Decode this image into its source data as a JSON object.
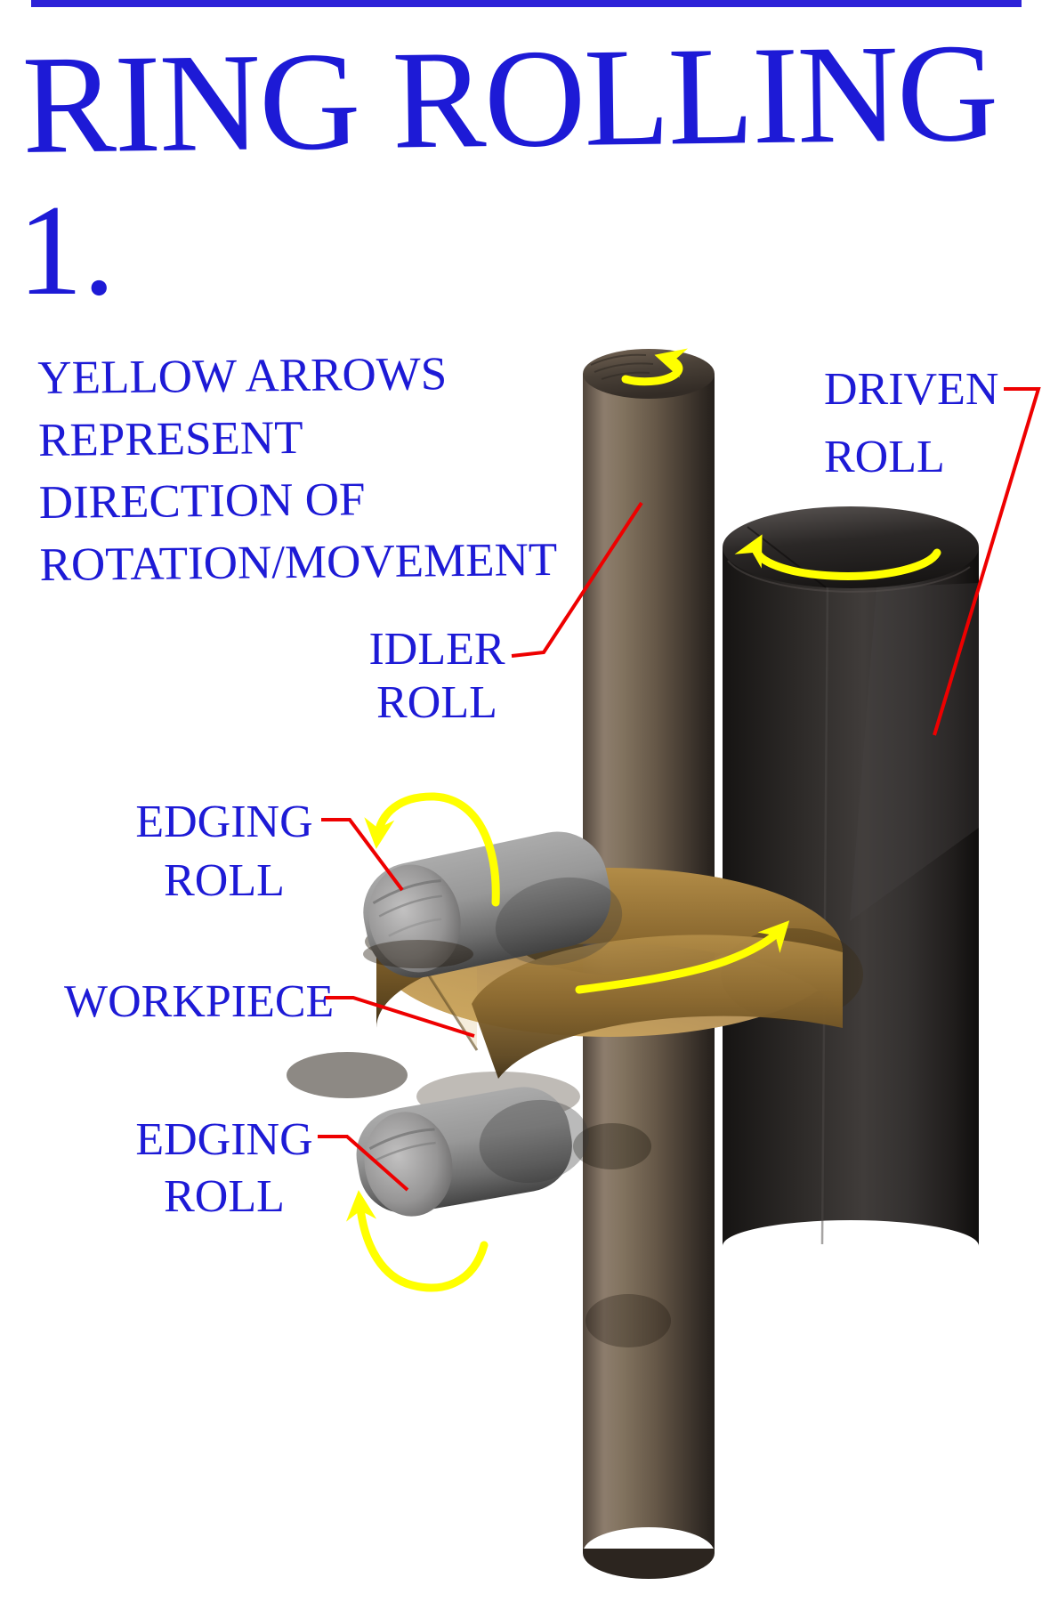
{
  "page": {
    "background": "#ffffff",
    "top_bar_color": "#2d22d8"
  },
  "title": "RING ROLLING",
  "step_number": "1.",
  "note": {
    "line1": "YELLOW ARROWS",
    "line2": "REPRESENT",
    "line3": "DIRECTION OF",
    "line4": "ROTATION/MOVEMENT"
  },
  "labels": {
    "driven": {
      "line1": "DRIVEN",
      "line2": "ROLL"
    },
    "idler": {
      "line1": "IDLER",
      "line2": "ROLL"
    },
    "edging_top": {
      "line1": "EDGING",
      "line2": "ROLL"
    },
    "workpiece": {
      "line1": "WORKPIECE"
    },
    "edging_bottom": {
      "line1": "EDGING",
      "line2": "ROLL"
    }
  },
  "colors": {
    "label_blue": "#1d1ad6",
    "leader_red": "#ee0000",
    "arrow_yellow": "#ffff00",
    "ring_gold": "#b3905a",
    "idler_brown": "#6a5c4e",
    "driven_dark": "#2e2b29",
    "edging_gray": "#9c9c9c"
  },
  "diagram": {
    "parts": [
      "idler-roll",
      "driven-roll",
      "edging-roll-top",
      "edging-roll-bottom",
      "workpiece-ring"
    ],
    "arrows": [
      "idler-rotation-arrow",
      "driven-rotation-arrow",
      "edging-top-rotation-arrow",
      "workpiece-rotation-arrow",
      "edging-bottom-rotation-arrow"
    ]
  }
}
